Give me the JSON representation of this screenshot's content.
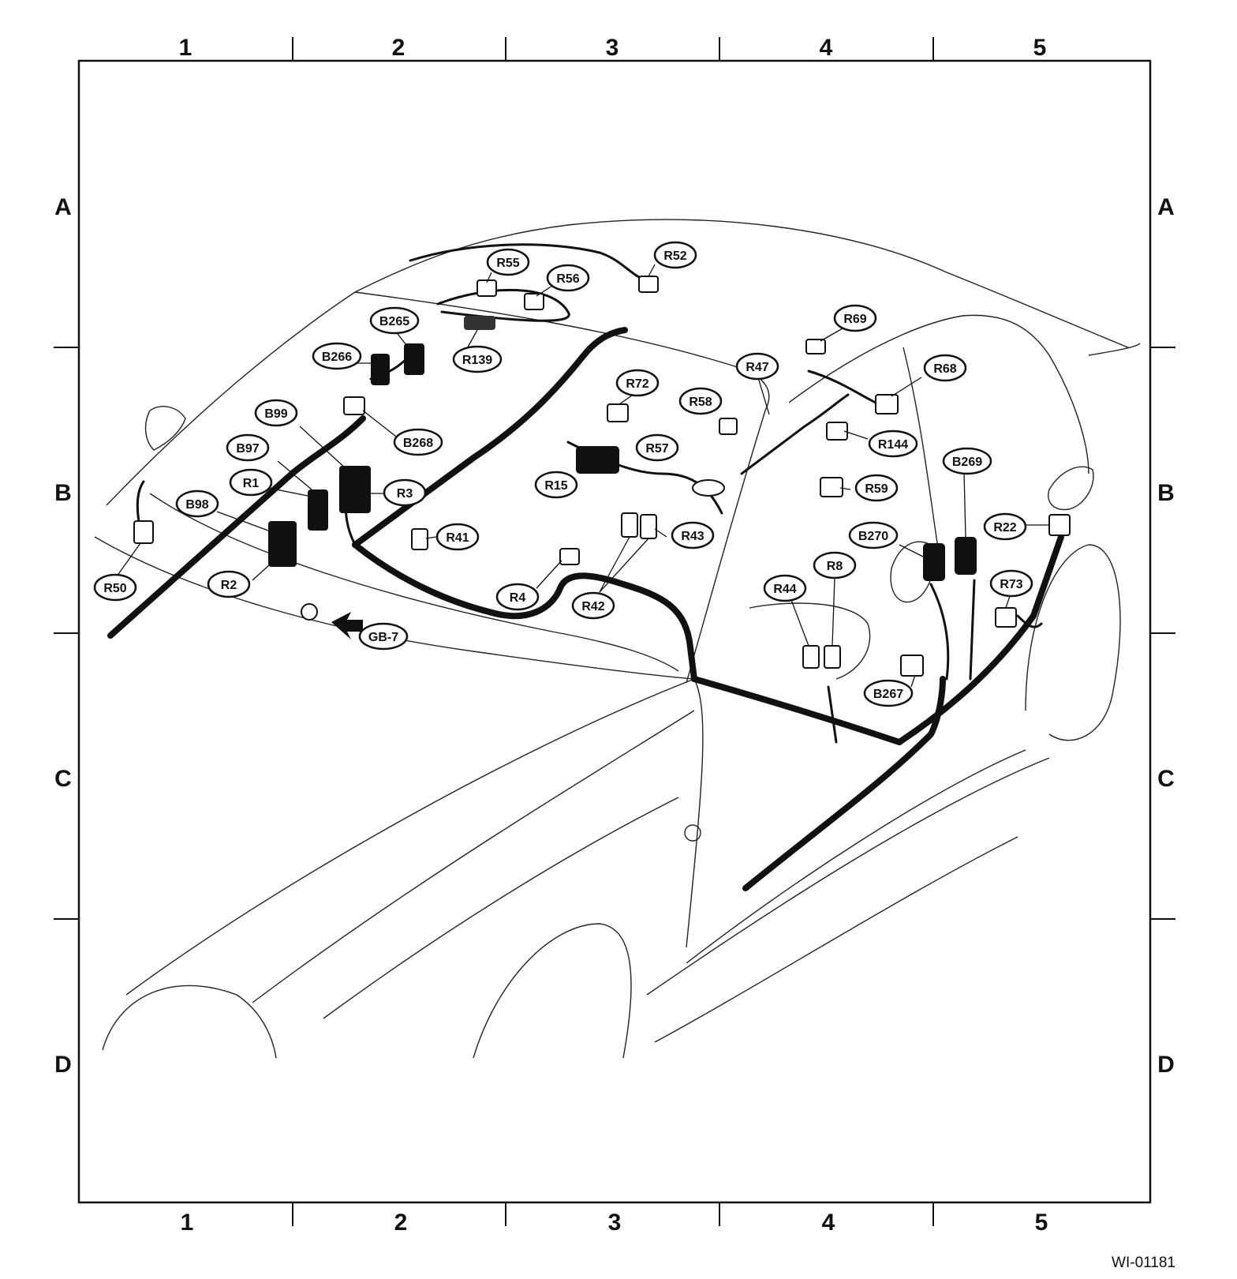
{
  "columns": [
    "1",
    "2",
    "3",
    "4",
    "5"
  ],
  "rows": [
    "A",
    "B",
    "C",
    "D"
  ],
  "figure_code": "WI-01181",
  "connectors": [
    {
      "id": "R55",
      "label": "R55",
      "fill": "light"
    },
    {
      "id": "R56",
      "label": "R56",
      "fill": "light"
    },
    {
      "id": "R52",
      "label": "R52",
      "fill": "light"
    },
    {
      "id": "B265",
      "label": "B265",
      "fill": "dark"
    },
    {
      "id": "R139",
      "label": "R139",
      "fill": "dark"
    },
    {
      "id": "B266",
      "label": "B266",
      "fill": "dark"
    },
    {
      "id": "R69",
      "label": "R69",
      "fill": "light"
    },
    {
      "id": "R47",
      "label": "R47",
      "fill": "light"
    },
    {
      "id": "R68",
      "label": "R68",
      "fill": "light"
    },
    {
      "id": "R72",
      "label": "R72",
      "fill": "light"
    },
    {
      "id": "R58",
      "label": "R58",
      "fill": "light"
    },
    {
      "id": "B99",
      "label": "B99",
      "fill": "light"
    },
    {
      "id": "B268",
      "label": "B268",
      "fill": "light"
    },
    {
      "id": "R144",
      "label": "R144",
      "fill": "light"
    },
    {
      "id": "R57",
      "label": "R57",
      "fill": "dark"
    },
    {
      "id": "B97",
      "label": "B97",
      "fill": "dark"
    },
    {
      "id": "B269",
      "label": "B269",
      "fill": "dark"
    },
    {
      "id": "R1",
      "label": "R1",
      "fill": "dark"
    },
    {
      "id": "R3",
      "label": "R3",
      "fill": "dark"
    },
    {
      "id": "R15",
      "label": "R15",
      "fill": "light"
    },
    {
      "id": "R59",
      "label": "R59",
      "fill": "light"
    },
    {
      "id": "B98",
      "label": "B98",
      "fill": "dark"
    },
    {
      "id": "R22",
      "label": "R22",
      "fill": "light"
    },
    {
      "id": "R41",
      "label": "R41",
      "fill": "light"
    },
    {
      "id": "R43",
      "label": "R43",
      "fill": "light"
    },
    {
      "id": "B270",
      "label": "B270",
      "fill": "dark"
    },
    {
      "id": "R8",
      "label": "R8",
      "fill": "light"
    },
    {
      "id": "R50",
      "label": "R50",
      "fill": "light"
    },
    {
      "id": "R2",
      "label": "R2",
      "fill": "dark"
    },
    {
      "id": "R73",
      "label": "R73",
      "fill": "light"
    },
    {
      "id": "R44",
      "label": "R44",
      "fill": "light"
    },
    {
      "id": "R4",
      "label": "R4",
      "fill": "light"
    },
    {
      "id": "R42",
      "label": "R42",
      "fill": "light"
    },
    {
      "id": "GB-7",
      "label": "GB-7",
      "fill": "ground"
    },
    {
      "id": "B267",
      "label": "B267",
      "fill": "light"
    }
  ]
}
